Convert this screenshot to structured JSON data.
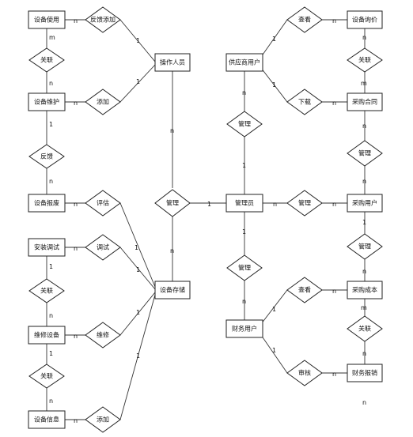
{
  "entities": {
    "shebei_shiyong": "设备使用",
    "shebei_weihu": "设备维护",
    "shebei_baofei": "设备报废",
    "anzhuang_tiaoshi": "安装调试",
    "weixiu_shebei": "维修设备",
    "shebei_xinxi": "设备信息",
    "caozuo_renyuan": "操作人员",
    "shebei_kucun": "设备存储",
    "gongyingshang_yonghu": "供应商用户",
    "guanliyuan": "管理员",
    "caiwu_yonghu": "财务用户",
    "shebei_xunjia": "设备询价",
    "caigou_hetong": "采购合同",
    "caigou_yonghu": "采购用户",
    "caigou_chengben": "采购成本",
    "caiwu_baoxiao": "财务报销"
  },
  "relations": {
    "fankui_tianjia": "反馈添加",
    "guanlian_1": "关联",
    "tianjia_1": "添加",
    "fankui": "反馈",
    "pinggu": "评估",
    "tiaoshi": "调试",
    "guanlian_2": "关联",
    "weixiu": "维修",
    "guanlian_3": "关联",
    "tianjia_2": "添加",
    "guanli_center": "管理",
    "guanli_gys": "管理",
    "guanli_caigou": "管理",
    "guanli_caiwu": "管理",
    "chakan_1": "查看",
    "xiazai": "下载",
    "guanlian_4": "关联",
    "guanli_hetong": "管理",
    "guanli_cy": "管理",
    "chakan_2": "查看",
    "guanlian_5": "关联",
    "shenhe": "审核"
  },
  "cardinalities": {
    "one": "1",
    "many_n": "n",
    "many_m": "m"
  }
}
